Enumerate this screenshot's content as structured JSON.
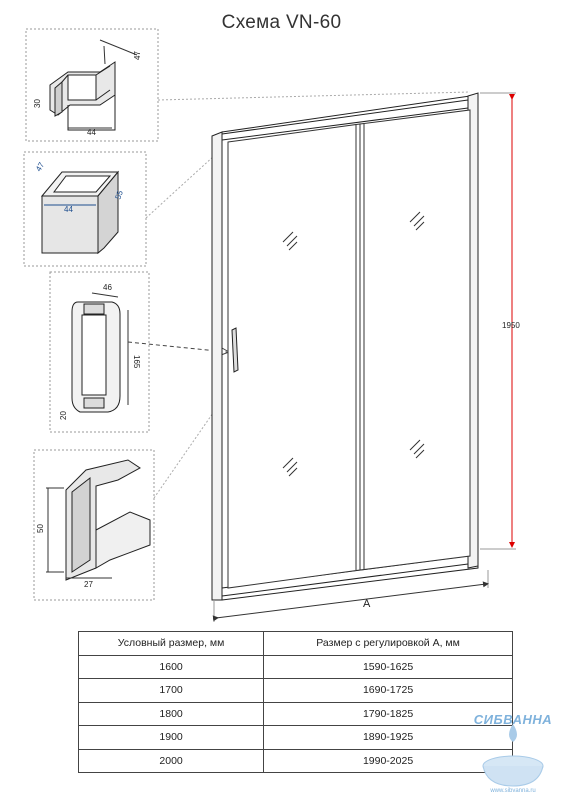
{
  "title": "Схема VN-60",
  "dimensions": {
    "height_total": "1950",
    "width_label": "A"
  },
  "detail_profile_top": {
    "d1": "47",
    "d2": "30",
    "d3": "44"
  },
  "detail_profile_bottom": {
    "d1": "47",
    "d2": "44",
    "d3": "55"
  },
  "detail_handle": {
    "width": "46",
    "height": "165",
    "depth": "20"
  },
  "detail_wall_profile": {
    "height": "50",
    "width": "27"
  },
  "table": {
    "headers": [
      "Условный размер, мм",
      "Размер с регулировкой А, мм"
    ],
    "rows": [
      [
        "1600",
        "1590-1625"
      ],
      [
        "1700",
        "1690-1725"
      ],
      [
        "1800",
        "1790-1825"
      ],
      [
        "1900",
        "1890-1925"
      ],
      [
        "2000",
        "1990-2025"
      ]
    ]
  },
  "brand": {
    "name": "СИБВАННА",
    "url": "www.sibvanna.ru"
  }
}
